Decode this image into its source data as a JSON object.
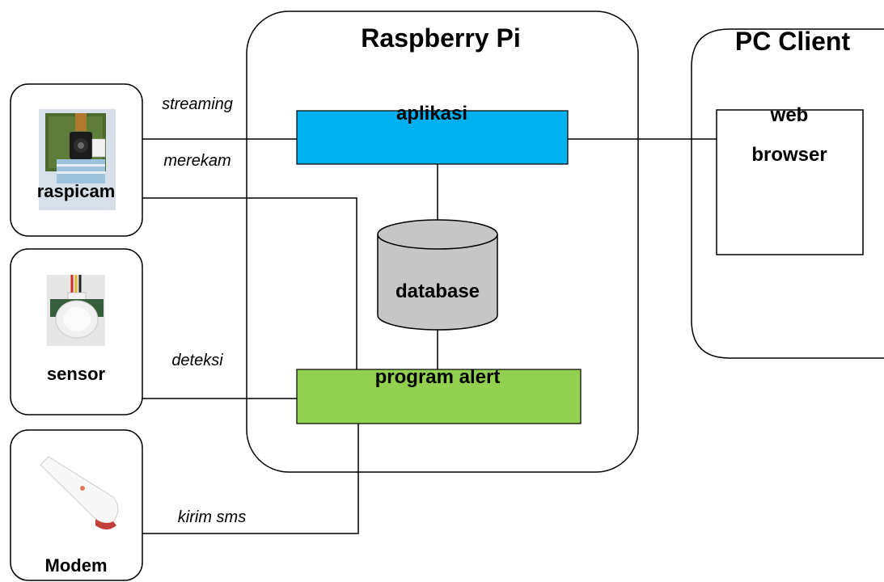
{
  "containers": {
    "raspberry_pi": {
      "title": "Raspberry Pi"
    },
    "pc_client": {
      "title": "PC Client"
    }
  },
  "components": {
    "aplikasi": {
      "label": "aplikasi",
      "color": "#00b0f0"
    },
    "database": {
      "label": "database",
      "color": "#c6c6c6"
    },
    "program_alert": {
      "label": "program alert",
      "color": "#92d050"
    },
    "web_browser": {
      "label_line1": "web",
      "label_line2": "browser"
    }
  },
  "devices": {
    "raspicam": {
      "label": "raspicam",
      "icon": "camera-module-icon"
    },
    "sensor": {
      "label": "sensor",
      "icon": "pir-sensor-icon"
    },
    "modem": {
      "label": "Modem",
      "icon": "usb-modem-icon"
    }
  },
  "connections": {
    "streaming": "streaming",
    "merekam": "merekam",
    "deteksi": "deteksi",
    "kirim_sms": "kirim sms"
  }
}
